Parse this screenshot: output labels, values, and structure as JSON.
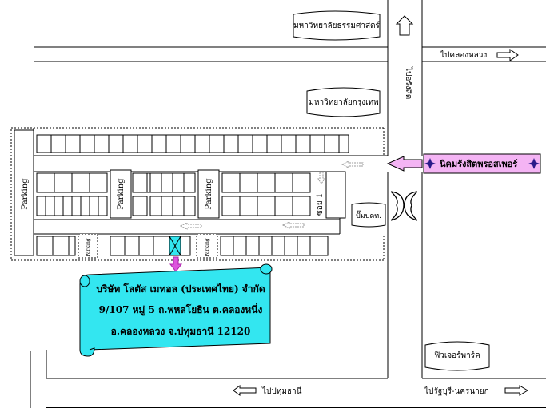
{
  "labels": {
    "uni_thammasat": "มหาวิทยาลัยธรรมศาสตร์",
    "uni_bangkok": "มหาวิทยาลัยกรุงเทพ",
    "to_khlong_luang": "ไปคลองหลวง",
    "to_rangsit": "ไปอรังสิต",
    "nikhom": "นิคมรังสิตพรอสเพอร์",
    "parking": "Parking",
    "soi1": "ซอย 1",
    "gas_station": "ปั๊มปตท.",
    "future_park": "ฟิวเจอร์พาร์ค",
    "to_pathum": "ไปปทุมธานี",
    "to_rangsit_nakhon": "ไปรัฐบุรี-นครนายก"
  },
  "company": {
    "line1": "บริษัท โลตัส เมทอล (ประเทศไทย) จำกัด",
    "line2": "9/107 หมู่ 5 ถ.พหลโยธิน ต.คลองหนึ่ง",
    "line3": "อ.คลองหลวง จ.ปทุมธานี 12120"
  },
  "colors": {
    "pink": "#f4b4f4",
    "pink_dark": "#d870d8",
    "cyan": "#33e6f0",
    "highlight_unit": "#33e6f0",
    "line": "#000000",
    "marker": "#cc22cc"
  }
}
